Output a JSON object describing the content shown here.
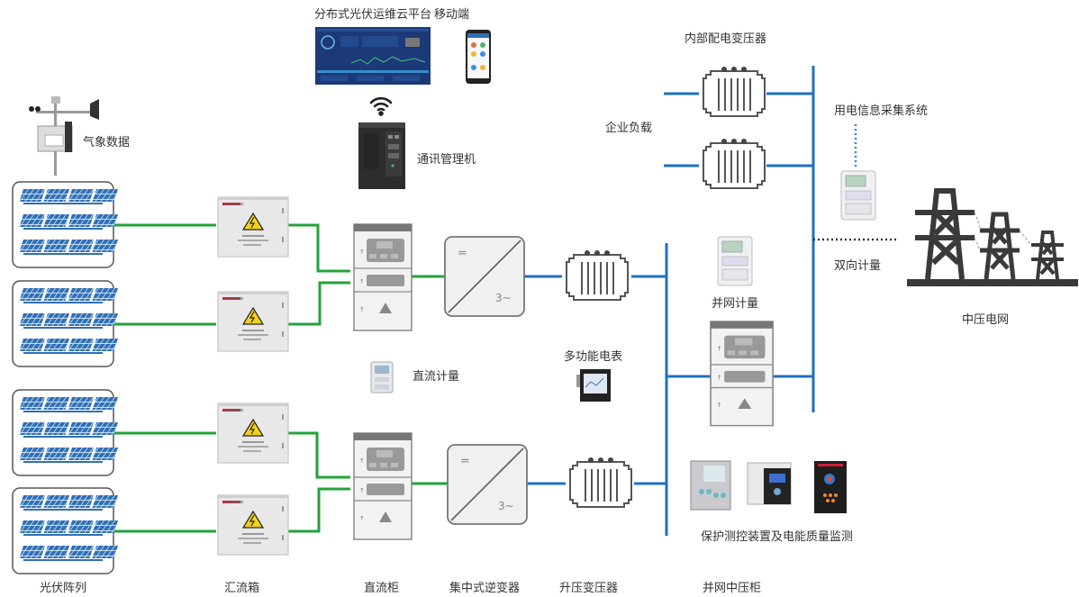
{
  "diagram": {
    "title_cloud": "分布式光伏运维云平台",
    "title_mobile": "移动端",
    "labels": {
      "weather": "气象数据",
      "gateway": "通讯管理机",
      "internal_transformer": "内部配电变压器",
      "enterprise_load": "企业负载",
      "acquisition_system": "用电信息采集系统",
      "bidirectional_metering": "双向计量",
      "grid_metering": "并网计量",
      "mv_grid": "中压电网",
      "dc_metering": "直流计量",
      "multifunction_meter": "多功能电表",
      "protection": "保护测控装置及电能质量监测"
    },
    "bottom_labels": [
      "光伏阵列",
      "汇流箱",
      "直流柜",
      "集中式逆变器",
      "升压变压器",
      "并网中压柜"
    ],
    "inverter_symbols": {
      "dc": "=",
      "ac": "3~"
    },
    "colors": {
      "dc_line": "#22a33a",
      "ac_line": "#1e6fc4",
      "device_stroke": "#555555",
      "panel_blue": "#2f6fb5",
      "warning_yellow": "#f3d21a",
      "tower": "#3a3a3a",
      "dotted": "#333333",
      "signal_dotted": "#2b8ad6"
    }
  }
}
